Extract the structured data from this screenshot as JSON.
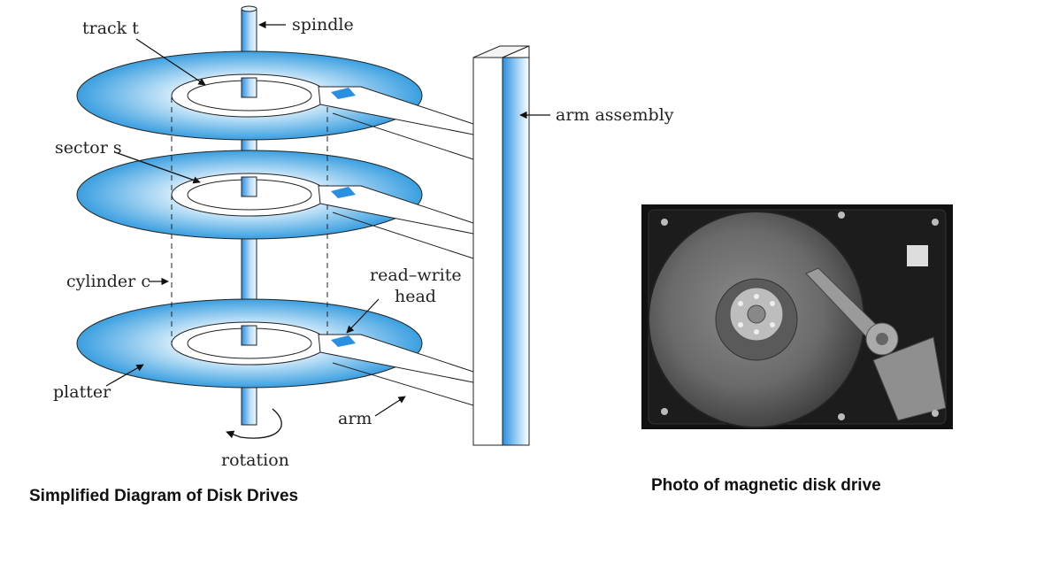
{
  "diagram": {
    "labels": {
      "track": "track",
      "track_var": "t",
      "spindle": "spindle",
      "sector": "sector",
      "sector_var": "s",
      "cylinder": "cylinder",
      "cylinder_var": "c",
      "arm_assembly": "arm assembly",
      "read_write_1": "read–write",
      "read_write_2": "head",
      "platter": "platter",
      "arm": "arm",
      "rotation": "rotation"
    },
    "caption": "Simplified Diagram of Disk Drives",
    "colors": {
      "platter": "#3a9fe0",
      "head": "#2a8fe0",
      "assembly": "#2d8fe0"
    }
  },
  "photo": {
    "caption": "Photo of magnetic disk drive"
  }
}
